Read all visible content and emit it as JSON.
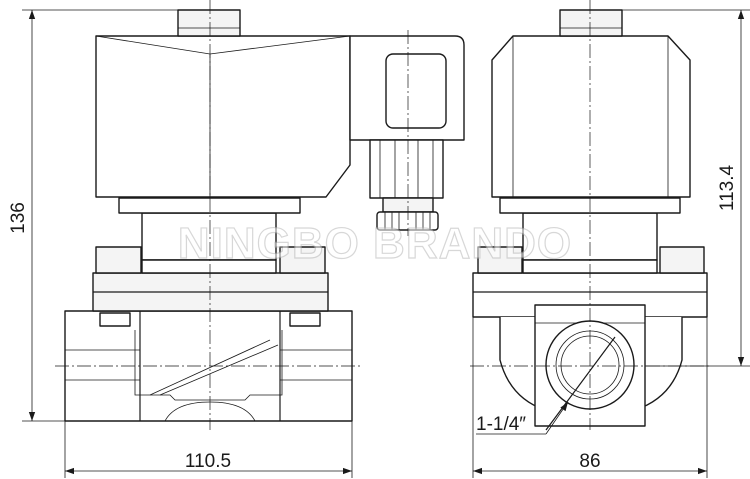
{
  "dimensions": {
    "height_total": "136",
    "height_coil": "113.4",
    "width_front": "110.5",
    "width_side": "86",
    "port_size": "1-1/4″"
  },
  "watermark": "NINGBO BRANDO"
}
